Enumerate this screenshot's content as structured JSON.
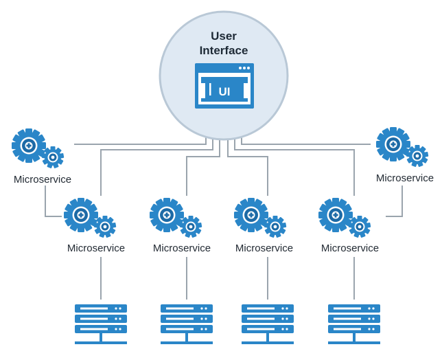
{
  "diagram": {
    "user_interface": {
      "title_line1": "User",
      "title_line2": "Interface",
      "window_label": "UI"
    },
    "microservices": [
      {
        "label": "Microservice"
      },
      {
        "label": "Microservice"
      },
      {
        "label": "Microservice"
      },
      {
        "label": "Microservice"
      },
      {
        "label": "Microservice"
      },
      {
        "label": "Microservice"
      }
    ],
    "servers": [
      {
        "icon": "server-icon"
      },
      {
        "icon": "server-icon"
      },
      {
        "icon": "server-icon"
      },
      {
        "icon": "server-icon"
      }
    ],
    "colors": {
      "gear_blue": "#2a86c8",
      "gear_dark": "#1c6aa6",
      "circle_fill": "#dfe9f3",
      "circle_stroke": "#b9c8d6",
      "connector": "#9aa4ad",
      "server_blue": "#2a86c8"
    }
  }
}
